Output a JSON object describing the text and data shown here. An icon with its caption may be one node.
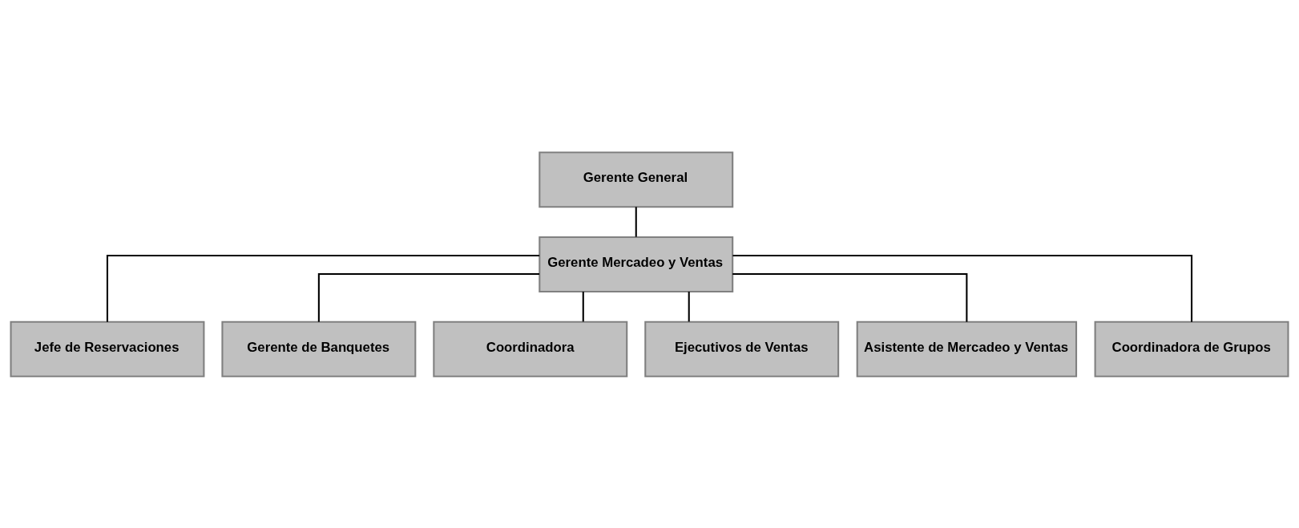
{
  "diagram": {
    "nodes": [
      {
        "text": [
          "Gerente General"
        ]
      },
      {
        "text": [
          "Gerente Mercadeo y Ventas"
        ]
      },
      {
        "text": [
          "Jefe de Reservaciones"
        ]
      },
      {
        "text": [
          "Gerente de Banquetes"
        ]
      },
      {
        "text": [
          "Coordinadora"
        ]
      },
      {
        "text": [
          "Ejecutivos de Ventas"
        ]
      },
      {
        "text": [
          "Asistente de Mercadeo y Ventas"
        ]
      },
      {
        "text": [
          "Coordinadora de Grupos"
        ]
      }
    ],
    "edges": [
      {
        "from": 0,
        "to": 1,
        "arrow": "none"
      },
      {
        "from": 1,
        "to": 2,
        "arrow": "none"
      },
      {
        "from": 1,
        "to": 3,
        "arrow": "none"
      },
      {
        "from": 1,
        "to": 4,
        "arrow": "none"
      },
      {
        "from": 1,
        "to": 5,
        "arrow": "none"
      },
      {
        "from": 1,
        "to": 6,
        "arrow": "none"
      },
      {
        "from": 1,
        "to": 7,
        "arrow": "none"
      }
    ]
  }
}
